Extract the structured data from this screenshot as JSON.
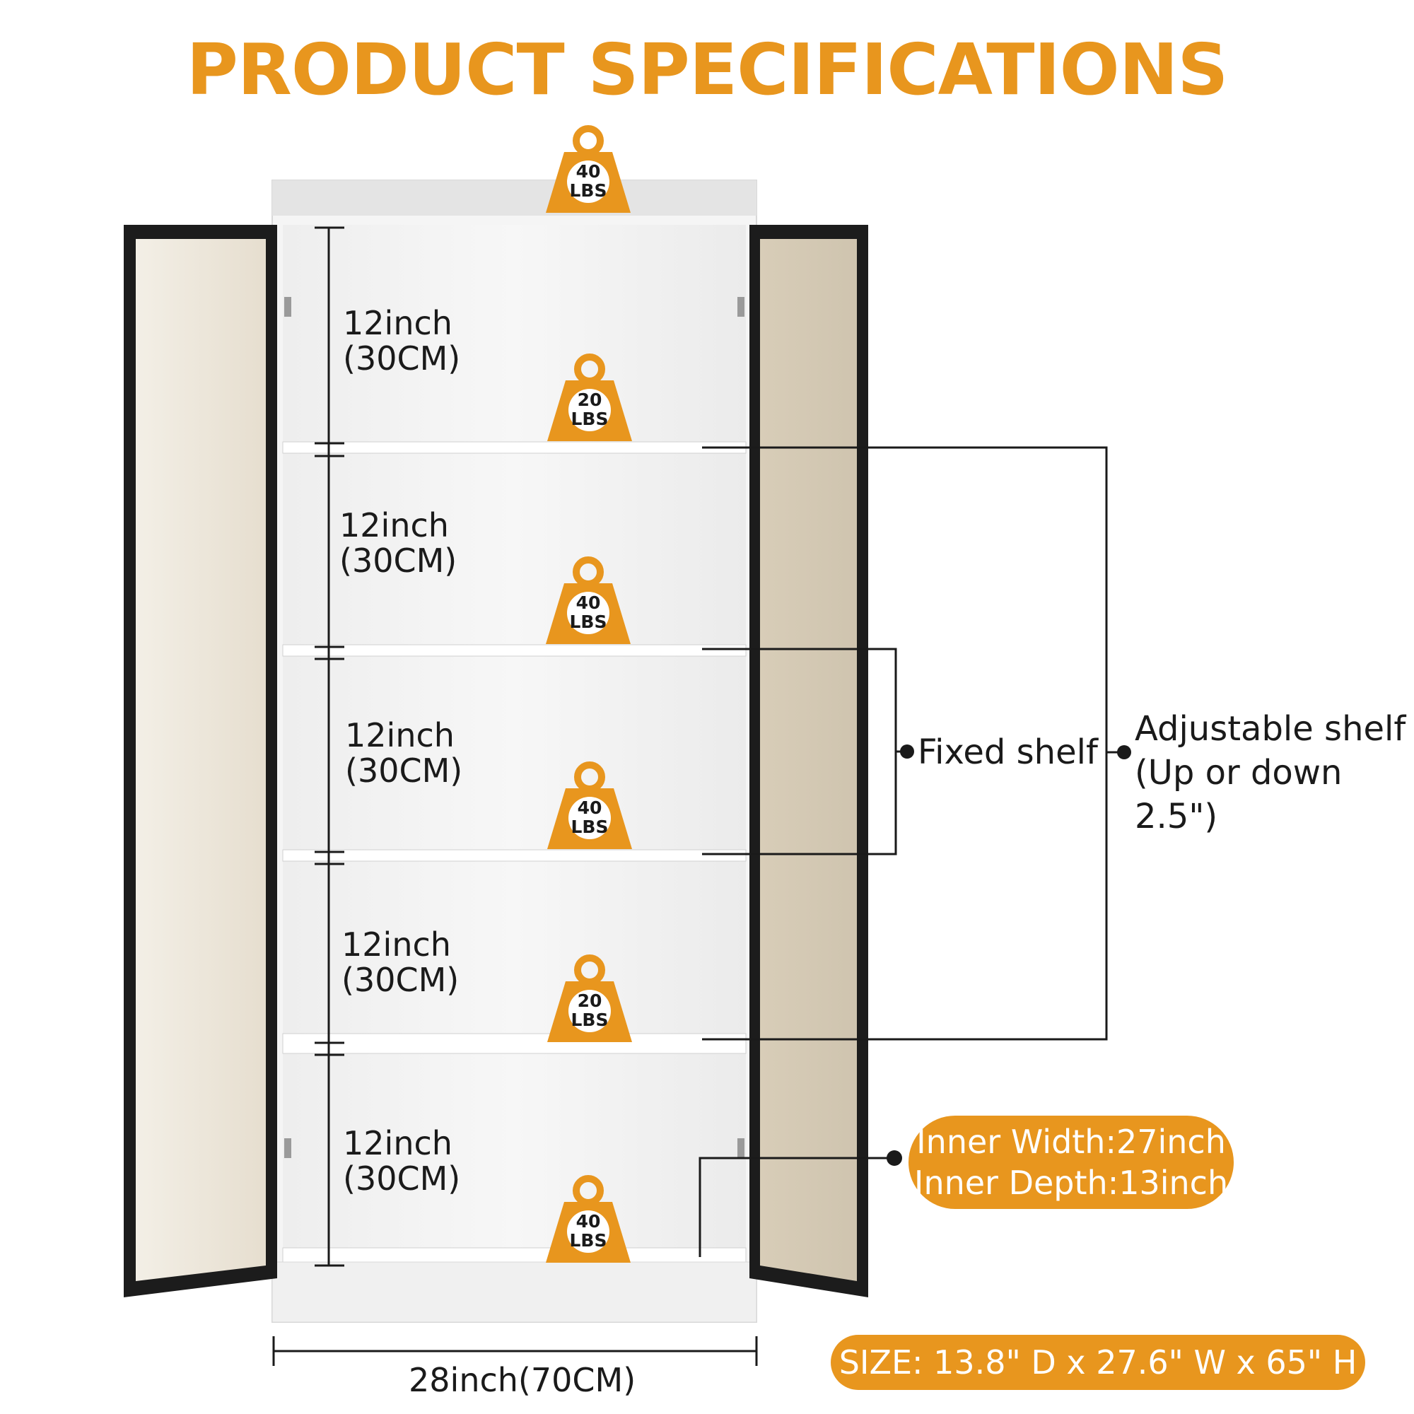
{
  "title": "PRODUCT SPECIFICATIONS",
  "colors": {
    "accent": "#e8961e",
    "frame": "#1c1c1c",
    "cabinet": "#f4f4f4",
    "glass": "#d9cfbd"
  },
  "weights": [
    {
      "value": "40",
      "unit": "LBS"
    },
    {
      "value": "20",
      "unit": "LBS"
    },
    {
      "value": "40",
      "unit": "LBS"
    },
    {
      "value": "40",
      "unit": "LBS"
    },
    {
      "value": "20",
      "unit": "LBS"
    },
    {
      "value": "40",
      "unit": "LBS"
    }
  ],
  "heights": [
    {
      "inch": "12inch",
      "cm": "(30CM)"
    },
    {
      "inch": "12inch",
      "cm": "(30CM)"
    },
    {
      "inch": "12inch",
      "cm": "(30CM)"
    },
    {
      "inch": "12inch",
      "cm": "(30CM)"
    },
    {
      "inch": "12inch",
      "cm": "(30CM)"
    }
  ],
  "fixed_shelf": "Fixed shelf",
  "adjustable_shelf": {
    "line1": "Adjustable shelf",
    "line2": "(Up or down 2.5\")"
  },
  "inner": {
    "width": "Inner Width:27inch",
    "depth": "Inner Depth:13inch"
  },
  "width_label": "28inch(70CM)",
  "size": "SIZE: 13.8\" D x 27.6\" W x 65\" H",
  "icon": "weight-icon"
}
